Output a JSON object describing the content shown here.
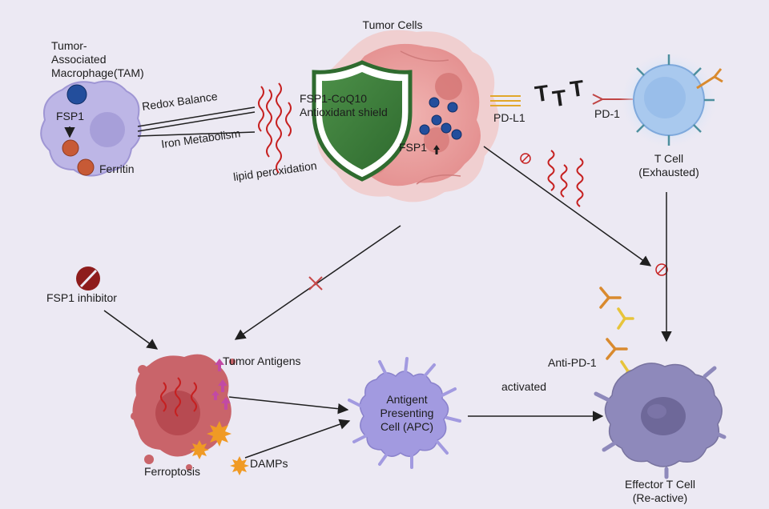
{
  "labels": {
    "tumor_cells": "Tumor Cells",
    "tam_line1": "Tumor-",
    "tam_line2": "Associated",
    "tam_line3": "Macrophage(TAM)",
    "fsp1_tam": "FSP1",
    "ferritin": "Ferritin",
    "redox_balance": "Redox Balance",
    "iron_metabolism": "Iron Metabolism",
    "lipid_peroxidation": "lipid peroxidation",
    "shield_line1": "FSP1-CoQ10",
    "shield_line2": "Antioxidant shield",
    "fsp1_tumor": "FSP1",
    "pdl1": "PD-L1",
    "pd1": "PD-1",
    "tcell_line1": "T Cell",
    "tcell_line2": "(Exhausted)",
    "fsp1_inhibitor": "FSP1 inhibitor",
    "tumor_antigens": "Tumor Antigens",
    "ferroptosis": "Ferroptosis",
    "damps": "DAMPs",
    "apc_line1": "Antigent",
    "apc_line2": "Presenting",
    "apc_line3": "Cell (APC)",
    "activated": "activated",
    "anti_pd1": "Anti-PD-1",
    "effector_line1": "Effector T Cell",
    "effector_line2": "(Re-active)"
  },
  "colors": {
    "background": "#ece9f3",
    "tumor": "#e9a1a0",
    "shield": "#3d7d3b",
    "fsp1_dot": "#234e9c",
    "macrophage": "#b9b2e3",
    "ferritin": "#c75a36",
    "tcell": "#a9c9ee",
    "lipid_wave": "#c62020",
    "antibody_orange": "#d98a2e",
    "antibody_yellow": "#e7c43a",
    "apc": "#a29ae0",
    "effector": "#8e89bb",
    "ferroptotic_cell": "#c9646a",
    "antigen": "#c24aa4",
    "damp": "#f09a24",
    "inhibitor": "#8e1c1c"
  }
}
